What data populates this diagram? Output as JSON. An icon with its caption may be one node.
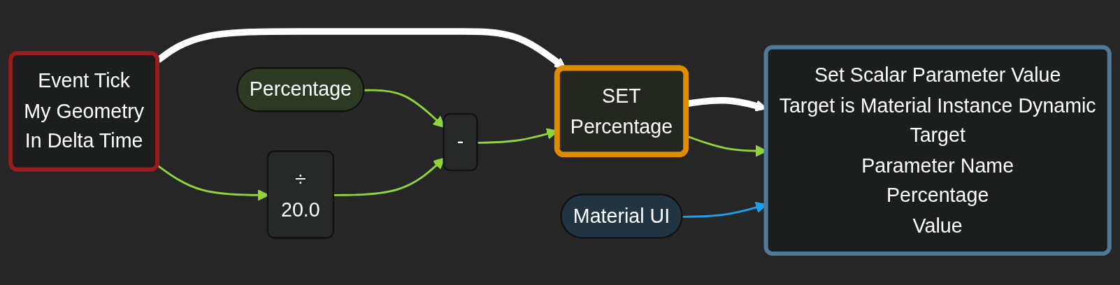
{
  "diagram": {
    "nodes": [
      {
        "text": [
          "Event Tick",
          "My Geometry",
          "In Delta Time"
        ]
      },
      {
        "text": [
          "Percentage"
        ]
      },
      {
        "text": [
          "÷",
          "20.0"
        ]
      },
      {
        "text": [
          "-"
        ]
      },
      {
        "text": [
          "SET",
          "Percentage"
        ]
      },
      {
        "text": [
          "Material UI"
        ]
      },
      {
        "text": [
          "Set Scalar Parameter Value",
          "Target is Material Instance Dynamic",
          "Target",
          "Parameter Name",
          "Percentage",
          "Value"
        ]
      }
    ],
    "edges": [
      {
        "from": 0,
        "to": 4,
        "arrow": "to",
        "style": "thick",
        "color": "#ffffff"
      },
      {
        "from": 4,
        "to": 6,
        "arrow": "to",
        "style": "thick",
        "color": "#ffffff"
      },
      {
        "from": 0,
        "to": 2,
        "arrow": "to"
      },
      {
        "from": 1,
        "to": 3,
        "arrow": "to"
      },
      {
        "from": 2,
        "to": 3,
        "arrow": "to"
      },
      {
        "from": 3,
        "to": 4,
        "arrow": "to"
      },
      {
        "from": 4,
        "to": 6,
        "arrow": "to"
      },
      {
        "from": 5,
        "to": 6,
        "arrow": "to",
        "color": "#1aa0ec"
      }
    ]
  }
}
